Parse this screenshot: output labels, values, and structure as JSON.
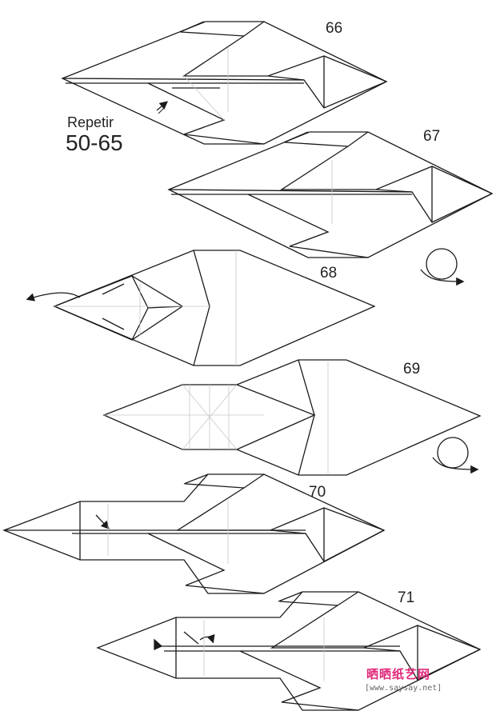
{
  "steps": {
    "s66": "66",
    "s67": "67",
    "s68": "68",
    "s69": "69",
    "s70": "70",
    "s71": "71"
  },
  "repeat": {
    "label": "Repetir",
    "range": "50-65"
  },
  "watermark": {
    "site_cn": "晒晒纸艺网",
    "url": "[www.saysay.net]"
  },
  "colors": {
    "line": "#1a1a1a",
    "crease": "#c8c8c8",
    "watermark": "#e0287a"
  }
}
